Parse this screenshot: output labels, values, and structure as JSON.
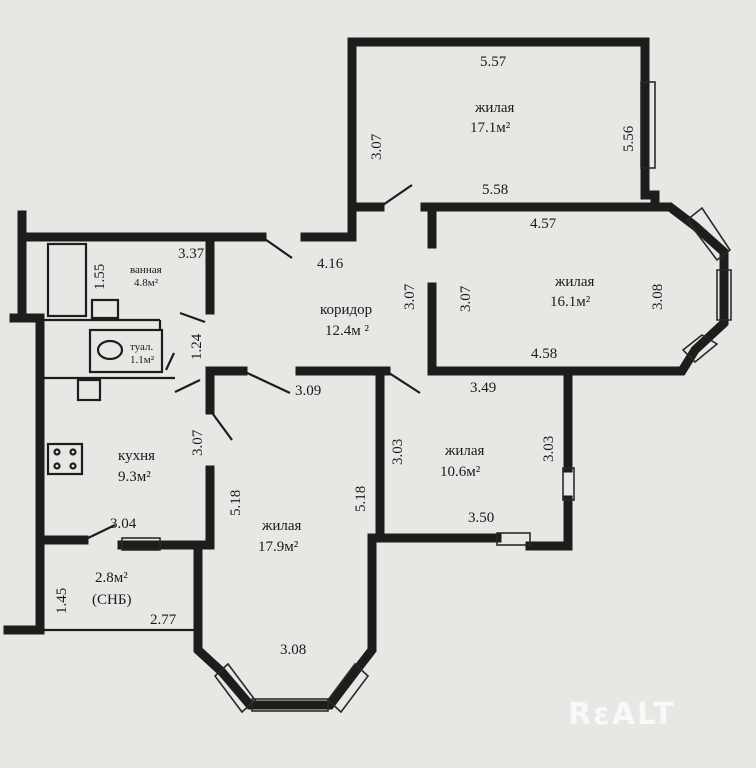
{
  "watermark": "RεALT",
  "rooms": {
    "living_top": {
      "name": "жилая",
      "area": "17.1м²"
    },
    "living_right": {
      "name": "жилая",
      "area": "16.1м²"
    },
    "corridor": {
      "name": "коридор",
      "area": "12.4м ²"
    },
    "living_mid": {
      "name": "жилая",
      "area": "10.6м²"
    },
    "living_bottom": {
      "name": "жилая",
      "area": "17.9м²"
    },
    "kitchen": {
      "name": "кухня",
      "area": "9.3м²"
    },
    "bathroom": {
      "name": "ванная",
      "area": "4.8м²"
    },
    "wc": {
      "name": "туал.",
      "area": "1.1м²"
    },
    "balcony": {
      "area": "2.8м²",
      "note": "(СНБ)"
    }
  },
  "dimensions": {
    "d557": "5.57",
    "d556": "5.56",
    "d307_top": "3.07",
    "d558": "5.58",
    "d457": "4.57",
    "d307_right": "3.07",
    "d308_right": "3.08",
    "d458": "4.58",
    "d337": "3.37",
    "d155": "1.55",
    "d416": "4.16",
    "d307_corr": "3.07",
    "d124": "1.24",
    "d309": "3.09",
    "d349": "3.49",
    "d303_left": "3.03",
    "d303_right": "3.03",
    "d307_kitchen": "3.07",
    "d518_left": "5.18",
    "d518_right": "5.18",
    "d350": "3.50",
    "d304": "3.04",
    "d145": "1.45",
    "d277": "2.77",
    "d308_bottom": "3.08"
  }
}
